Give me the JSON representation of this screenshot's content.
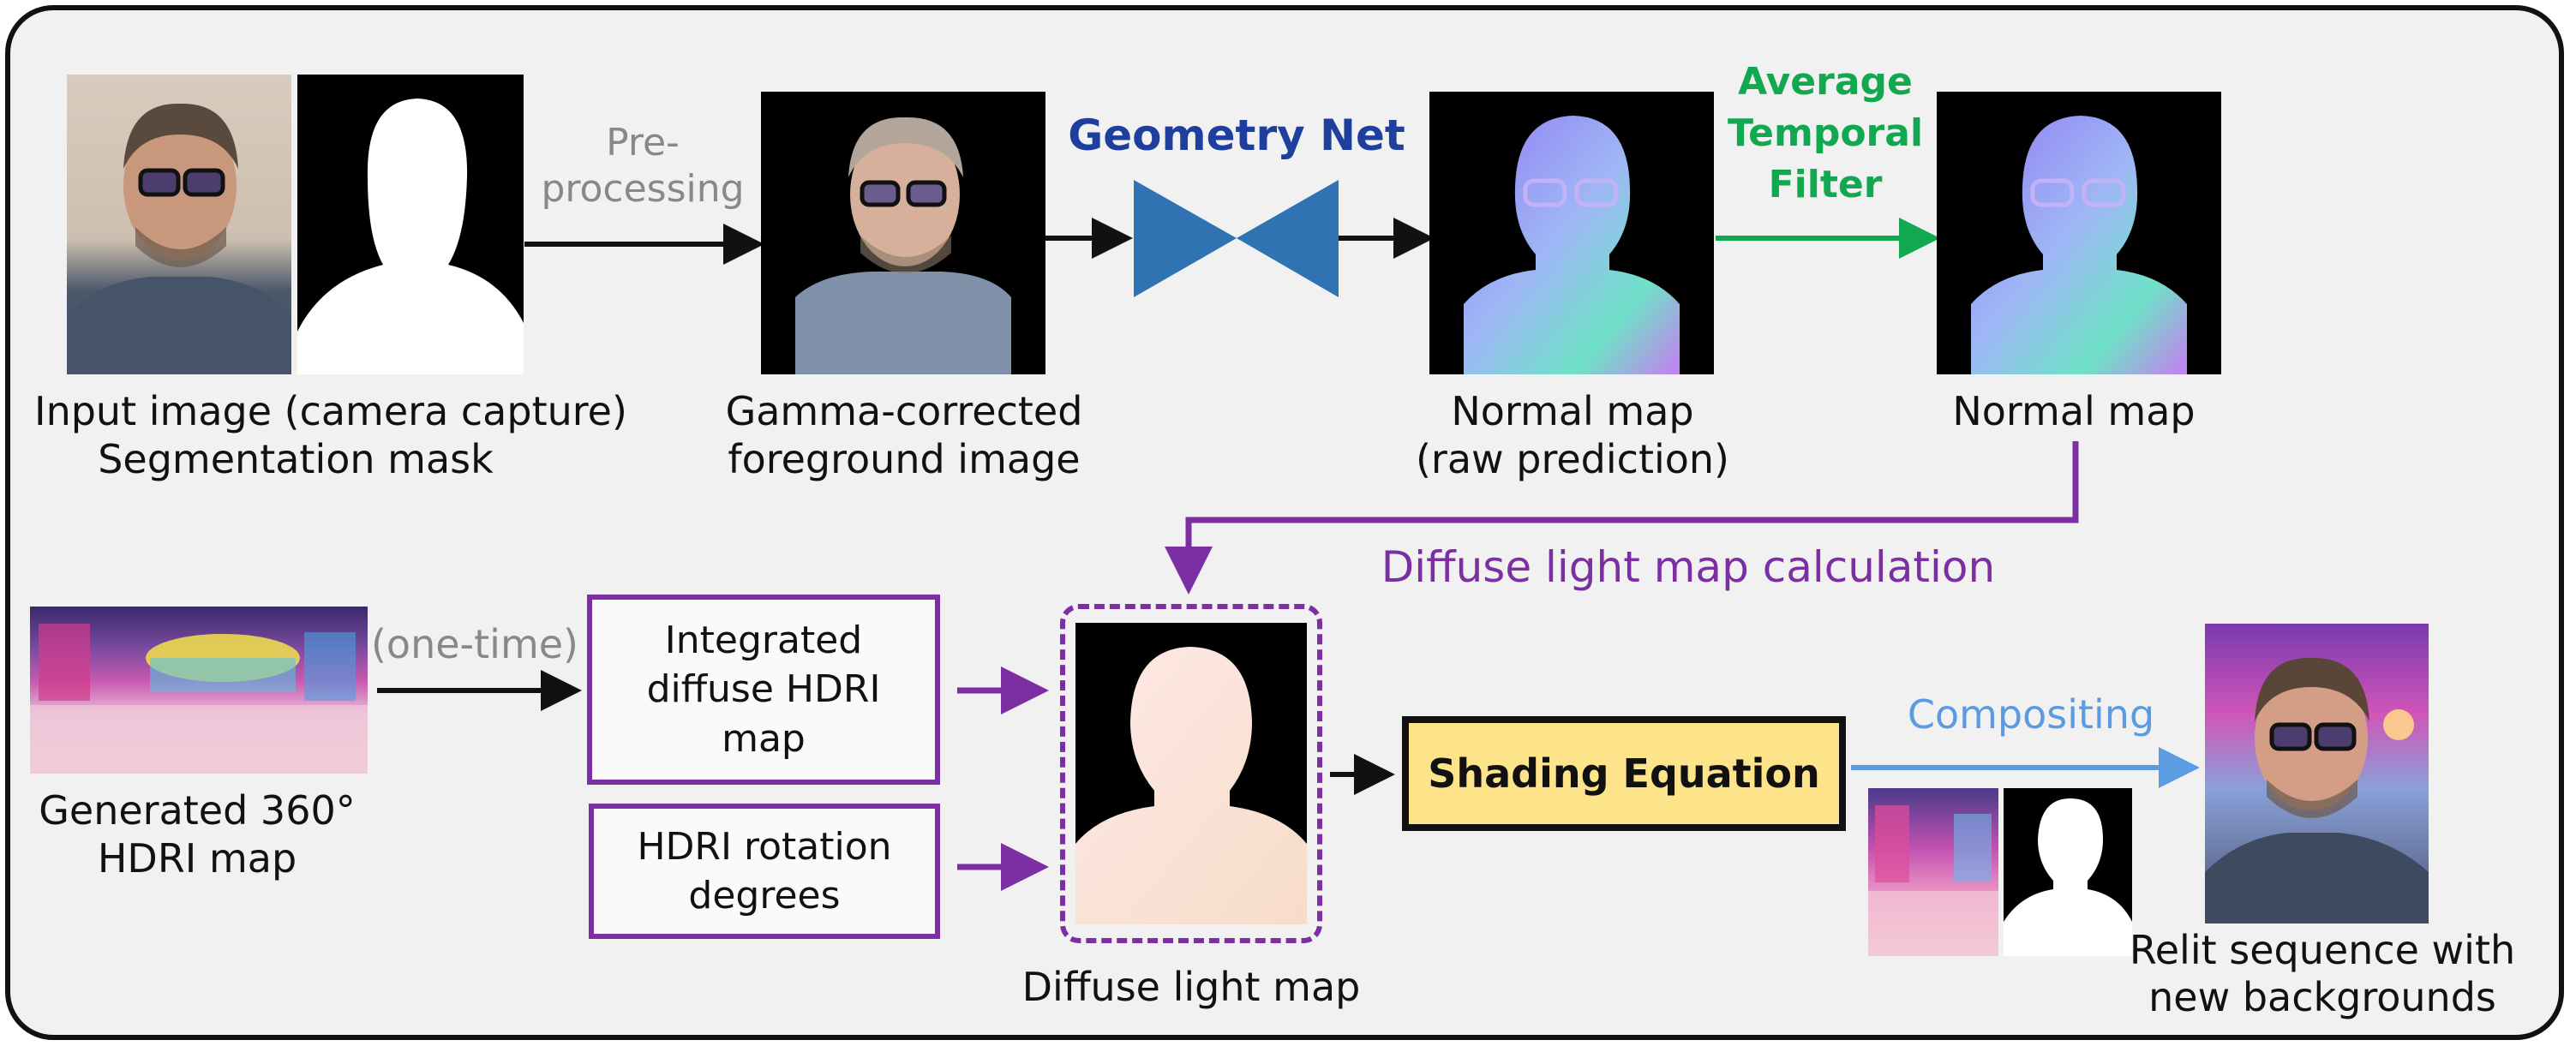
{
  "top_row": {
    "input_caption_line1": "Input image (camera capture)",
    "input_caption_line2": "Segmentation mask",
    "preprocessing_label_line1": "Pre-",
    "preprocessing_label_line2": "processing",
    "gamma_caption_line1": "Gamma-corrected",
    "gamma_caption_line2": "foreground image",
    "geometry_net_label": "Geometry Net",
    "normal_raw_caption_line1": "Normal map",
    "normal_raw_caption_line2": "(raw prediction)",
    "temporal_filter_line1": "Average",
    "temporal_filter_line2": "Temporal",
    "temporal_filter_line3": "Filter",
    "normal_caption": "Normal map"
  },
  "bottom_row": {
    "diffuse_calc_label": "Diffuse light map calculation",
    "one_time_label": "(one-time)",
    "hdri_caption_line1": "Generated 360°",
    "hdri_caption_line2": "HDRI map",
    "integrated_box_line1": "Integrated",
    "integrated_box_line2": "diffuse HDRI",
    "integrated_box_line3": "map",
    "rotation_box_line1": "HDRI rotation",
    "rotation_box_line2": "degrees",
    "diffuse_caption": "Diffuse light map",
    "shading_equation_label": "Shading Equation",
    "compositing_label": "Compositing",
    "relit_caption_line1": "Relit sequence with",
    "relit_caption_line2": "new backgrounds"
  },
  "colors": {
    "geometry_net": "#1f3f9e",
    "net_shape": "#2f73b3",
    "temporal_filter": "#12a84f",
    "diffuse": "#7b2fa3",
    "compositing": "#5b9be0",
    "shading_fill": "#fde38a",
    "arrow": "#111111"
  }
}
